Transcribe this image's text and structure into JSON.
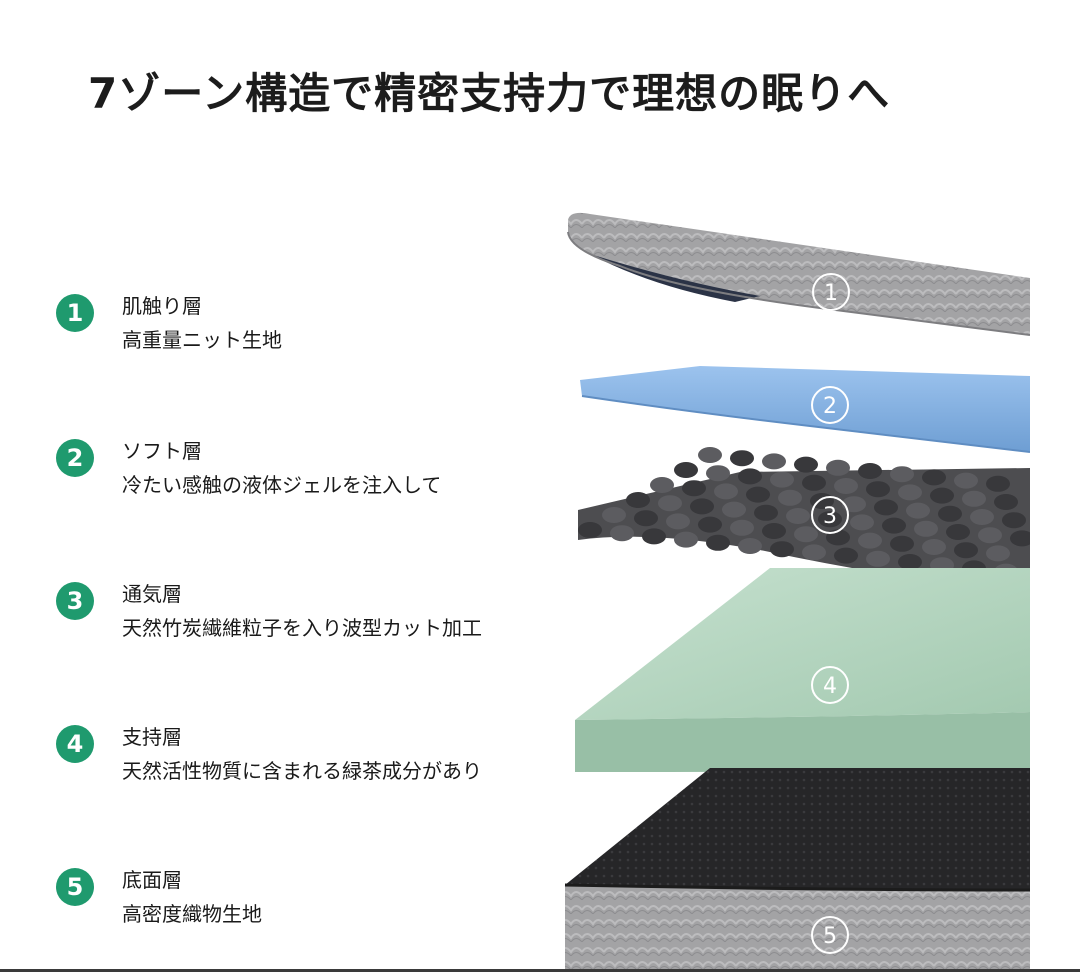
{
  "title": "7ゾーン構造で精密支持力で理想の眠りへ",
  "layers": [
    {
      "number": "1",
      "name": "肌触り層",
      "desc": "高重量ニット生地",
      "marker": "①"
    },
    {
      "number": "2",
      "name": "ソフト層",
      "desc": "冷たい感触の液体ジェルを注入して",
      "marker": "②"
    },
    {
      "number": "3",
      "name": "通気層",
      "desc": "天然竹炭繊維粒子を入り波型カット加工",
      "marker": "③"
    },
    {
      "number": "4",
      "name": "支持層",
      "desc": "天然活性物質に含まれる緑茶成分があり",
      "marker": "④"
    },
    {
      "number": "5",
      "name": "底面層",
      "desc": "高密度織物生地",
      "marker": "⑤"
    }
  ],
  "colors": {
    "badge": "#1f9a6e",
    "knit": "#9a9a9a",
    "gel": "#8fb8e6",
    "foam": "#4a4a4c",
    "support": "#a9cdb6",
    "base": "#2a2a2a"
  }
}
